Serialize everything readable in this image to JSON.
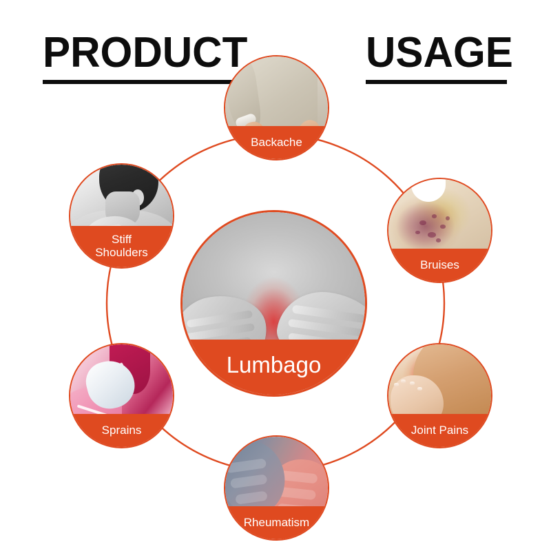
{
  "heading": {
    "left_word": "PRODUCT",
    "right_word": "USAGE"
  },
  "colors": {
    "accent_orange": "#DF4A20",
    "heading_black": "#0D0D0D",
    "background": "#FFFFFF",
    "label_text": "#FFFFFF"
  },
  "center": {
    "label": "Lumbago",
    "image_alt": "grayscale lower back with red pain glow, two hands pressing"
  },
  "satellites": [
    {
      "label": "Backache",
      "position": "top",
      "image_alt": "person in beige shirt holding lower back"
    },
    {
      "label": "Bruises",
      "position": "upper-right",
      "image_alt": "skin with yellow and purple bruising"
    },
    {
      "label": "Joint Pains",
      "position": "lower-right",
      "image_alt": "hand gripping joint with red inflammation glow"
    },
    {
      "label": "Rheumatism",
      "position": "bottom",
      "image_alt": "clasped hands tinted blue to red"
    },
    {
      "label": "Sprains",
      "position": "lower-left",
      "image_alt": "pink tinted ankle with sneaker and laces"
    },
    {
      "label": "Stiff\nShoulders",
      "label_line1": "Stiff",
      "label_line2": "Shoulders",
      "position": "upper-left",
      "image_alt": "grayscale man holding neck and shoulder"
    }
  ]
}
